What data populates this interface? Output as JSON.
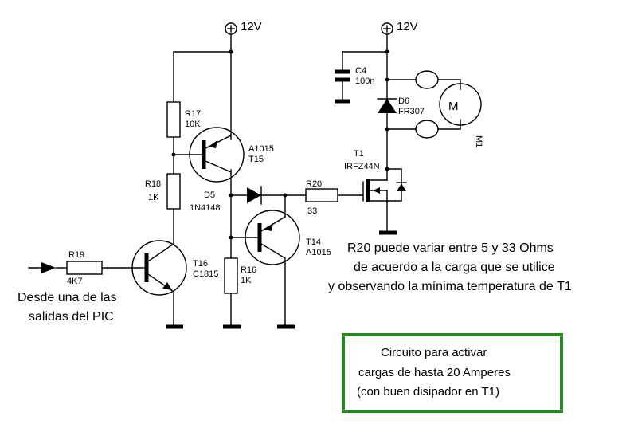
{
  "supply": {
    "left": "12V",
    "right": "12V"
  },
  "components": {
    "r17": {
      "ref": "R17",
      "value": "10K"
    },
    "r18": {
      "ref": "R18",
      "value": "1K"
    },
    "r19": {
      "ref": "R19",
      "value": "4K7"
    },
    "r16": {
      "ref": "R16",
      "value": "1K"
    },
    "r20": {
      "ref": "R20",
      "value": "33"
    },
    "t15": {
      "type": "A1015",
      "ref": "T15"
    },
    "t16": {
      "ref": "T16",
      "type": "C1815"
    },
    "t14": {
      "ref": "T14",
      "type": "A1015"
    },
    "d5": {
      "ref": "D5",
      "type": "1N4148"
    },
    "c4": {
      "ref": "C4",
      "value": "100n"
    },
    "d6": {
      "ref": "D6",
      "type": "FR307"
    },
    "t1": {
      "ref": "T1",
      "type": "IRFZ44N"
    },
    "m1": {
      "ref": "M1",
      "symbol": "M"
    }
  },
  "input_label": {
    "line1": "Desde una de las",
    "line2": "salidas del PIC"
  },
  "note": {
    "line1": "R20 puede variar entre 5 y 33 Ohms",
    "line2": "de acuerdo a la carga que se utilice",
    "line3": "y observando la mínima temperatura de T1"
  },
  "box": {
    "line1": "Circuito para activar",
    "line2": "cargas de hasta 20 Amperes",
    "line3": "(con buen disipador en T1)",
    "border_color": "#1f8a1f"
  },
  "icons": {
    "supply": "plus-circle-icon",
    "ground": "ground-bar-icon",
    "input": "arrow-right-icon"
  }
}
